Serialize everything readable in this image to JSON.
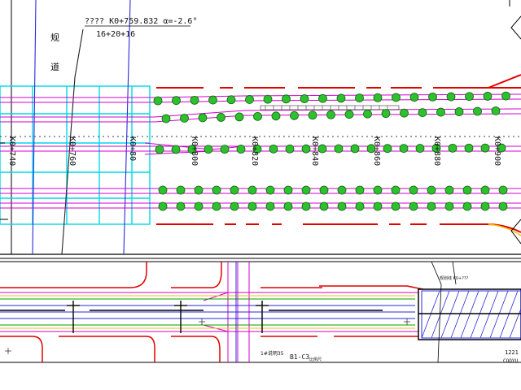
{
  "drawing": {
    "header_annotation": "???? K0+759.832 α=-2.6°",
    "header_sub": "16+20+16",
    "side_label_top": "规",
    "side_label_bottom": "道",
    "stations": [
      "K0+740",
      "K0+760",
      "K0+80",
      "K0+800",
      "K0+820",
      "K0+840",
      "K0+860",
      "K0+880",
      "K0+900"
    ],
    "footer_left": "1#说明35",
    "footer_code": "B1-C3",
    "footer_note": "比例尺",
    "corner_code": "1221",
    "corner_sub": "COOYU",
    "small_label": "规划线 K0+???"
  }
}
